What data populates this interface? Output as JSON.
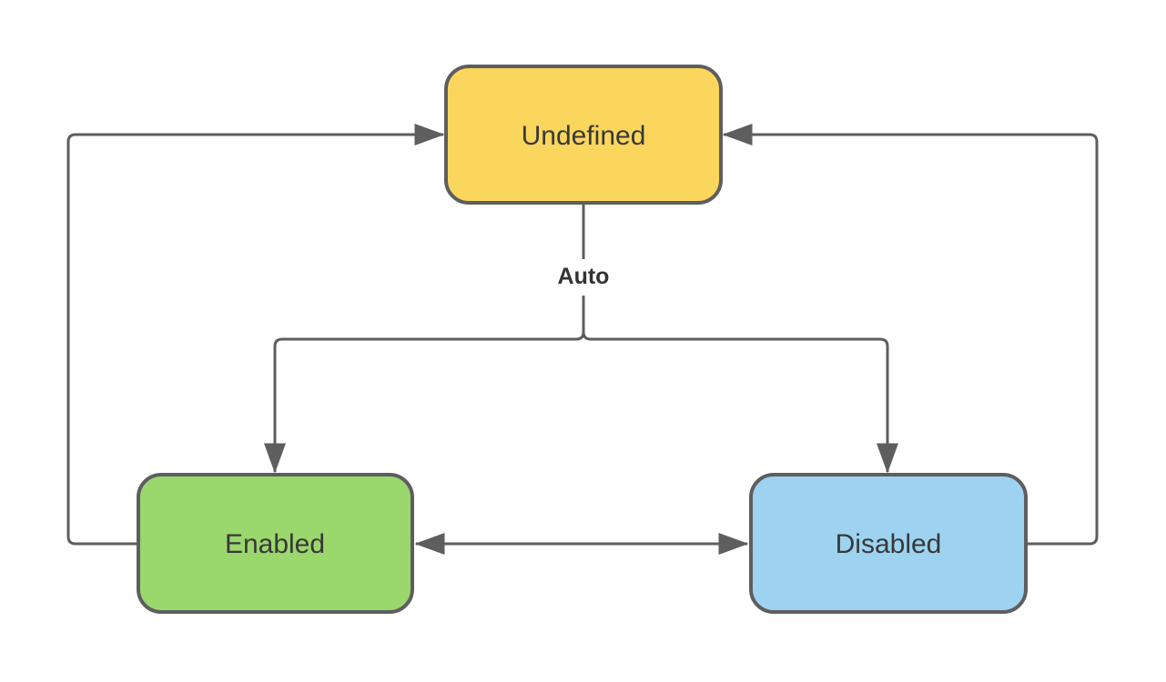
{
  "diagram": {
    "type": "state-diagram",
    "background": "#FFFFFF",
    "line_color": "#5E5E5E",
    "arrowhead_color": "#5E5E5E",
    "nodes": [
      {
        "id": "undefined",
        "label": "Undefined",
        "fill": "#FBD65D",
        "border": "#5E5E5E"
      },
      {
        "id": "enabled",
        "label": "Enabled",
        "fill": "#9AD76D",
        "border": "#5E5E5E"
      },
      {
        "id": "disabled",
        "label": "Disabled",
        "fill": "#9DD3F1",
        "border": "#5E5E5E"
      }
    ],
    "edges": [
      {
        "from": "undefined",
        "to": "enabled",
        "label": "Auto",
        "style": "fork-branch"
      },
      {
        "from": "undefined",
        "to": "disabled",
        "label": "Auto",
        "style": "fork-branch"
      },
      {
        "from": "enabled",
        "to": "disabled",
        "bidirectional": true
      },
      {
        "from": "enabled",
        "to": "undefined",
        "style": "left-loop"
      },
      {
        "from": "disabled",
        "to": "undefined",
        "style": "right-loop"
      }
    ],
    "labels": {
      "auto": "Auto"
    }
  }
}
